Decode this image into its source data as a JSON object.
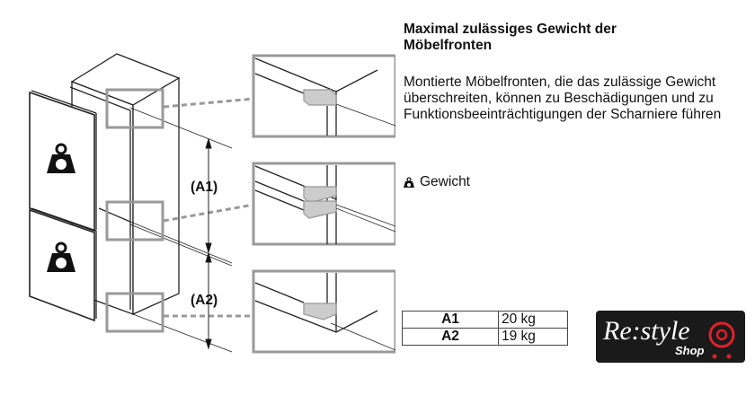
{
  "title": "Maximal zulässiges Gewicht der Möbelfronten",
  "description": "Montierte Möbelfronten, die das zulässige Gewicht überschreiten, können zu Beschädigungen und zu Funktionsbeeinträchtigungen der Scharniere führen",
  "legend": {
    "icon": "weight-icon",
    "label": "Gewicht"
  },
  "dimensions": {
    "a1": "(A1)",
    "a2": "(A2)"
  },
  "table": [
    {
      "key": "A1",
      "value": "20 kg"
    },
    {
      "key": "A2",
      "value": "19 kg"
    }
  ],
  "logo": {
    "text": "Re:style",
    "sub": "Shop",
    "accent": "#e0202a"
  }
}
